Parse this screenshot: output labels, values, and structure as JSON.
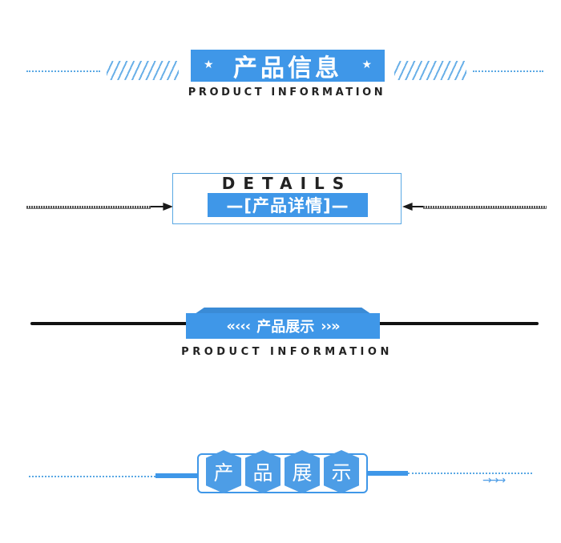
{
  "colors": {
    "accent": "#3f97e8",
    "dark_text": "#222222",
    "white": "#ffffff"
  },
  "section1": {
    "title": "产品信息",
    "subtitle": "PRODUCT INFORMATION",
    "star_left": "★",
    "star_right": "★"
  },
  "section2": {
    "heading": "DETAILS",
    "label": "—[产品详情]—"
  },
  "section3": {
    "chevrons_left": "«‹‹‹",
    "label": "产品展示",
    "chevrons_right": "››»",
    "subtitle": "PRODUCT INFORMATION"
  },
  "section4": {
    "chars": [
      "产",
      "品",
      "展",
      "示"
    ],
    "arrows": "→→→"
  }
}
